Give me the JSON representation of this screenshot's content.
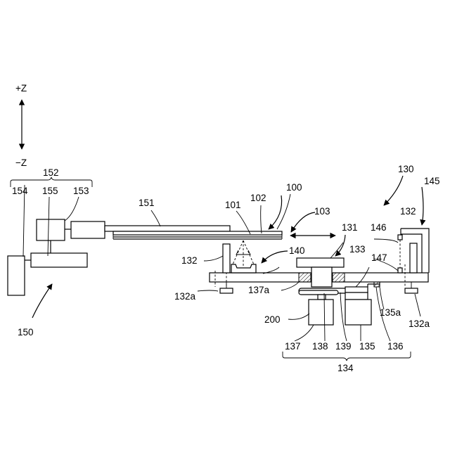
{
  "axis": {
    "top": "+Z",
    "bottom": "−Z"
  },
  "labels": {
    "l100": "100",
    "l101": "101",
    "l102": "102",
    "l103": "103",
    "l130": "130",
    "l131": "131",
    "l132_left": "132",
    "l132_right": "132",
    "l132a_left": "132a",
    "l132a_right": "132a",
    "l133": "133",
    "l134": "134",
    "l135": "135",
    "l135a": "135a",
    "l136": "136",
    "l137": "137",
    "l137a": "137a",
    "l138": "138",
    "l139": "139",
    "l140": "140",
    "l145": "145",
    "l146": "146",
    "l147": "147",
    "l150": "150",
    "l151": "151",
    "l152": "152",
    "l153": "153",
    "l154": "154",
    "l155": "155",
    "l200": "200"
  }
}
